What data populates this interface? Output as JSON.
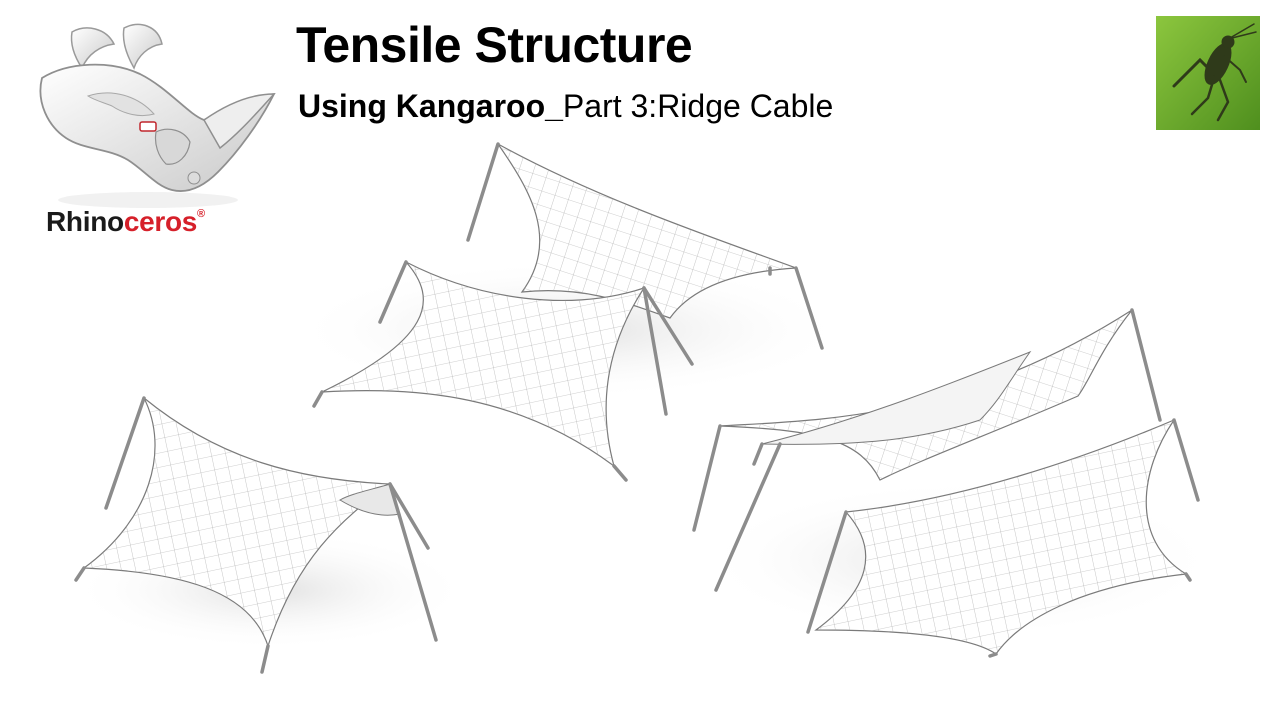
{
  "title": "Tensile Structure",
  "subtitle": {
    "strong": "Using Kangaroo_",
    "rest": "Part 3:Ridge Cable"
  },
  "rhino_logo": {
    "icon": "rhino-head-icon",
    "wordmark_part1": "Rhino",
    "wordmark_part2": "ceros",
    "registered": "®",
    "brand_color": "#d6202a"
  },
  "grasshopper_logo": {
    "icon": "grasshopper-icon",
    "color": "#6fae2c"
  },
  "illustration": {
    "subject": "tensile-structures",
    "canopy_color": "#ffffff",
    "mesh_color": "#9a9a9a",
    "mast_color": "#8a8a8a"
  }
}
